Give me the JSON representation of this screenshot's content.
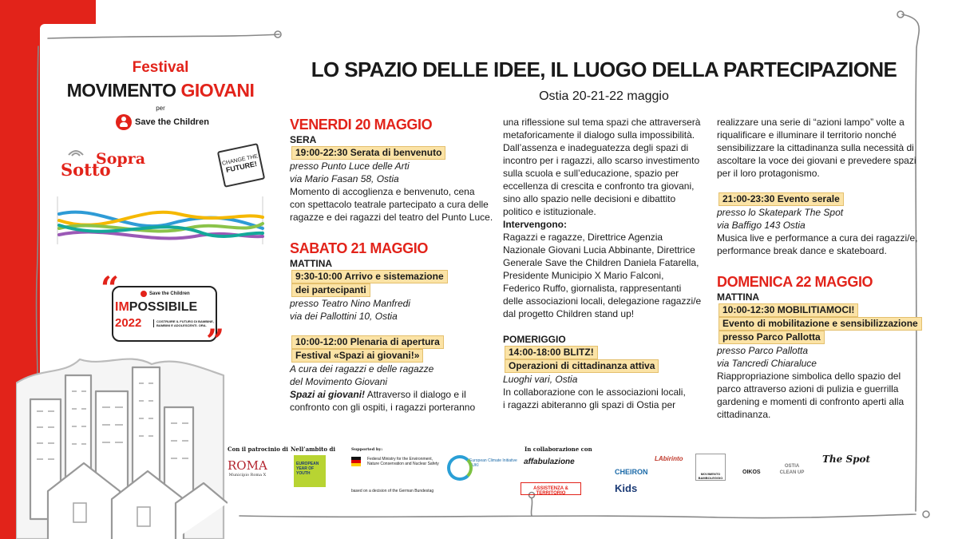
{
  "festival": {
    "label": "Festival",
    "name_part1": "MOVIMENTO ",
    "name_part2": "GIOVANI",
    "per": "per",
    "org": "Save the Children"
  },
  "logos": {
    "sottosopra_1": "Sotto",
    "sottosopra_2": "Sopra",
    "change_line1": "CHANGE THE",
    "change_line2": "FUTURE!",
    "impossibile_org": "Save the Children",
    "impossibile_im": "IM",
    "impossibile_rest": "POSSIBILE",
    "impossibile_year": "2022",
    "impossibile_sub": "COSTRUIRE IL FUTURO DI BAMBINE, BAMBINI E ADOLESCENTI. ORA."
  },
  "header": {
    "title": "LO SPAZIO DELLE IDEE, IL LUOGO DELLA PARTECIPAZIONE",
    "subtitle": "Ostia 20-21-22 maggio"
  },
  "friday": {
    "day": "VENERDI 20 MAGGIO",
    "period": "SERA",
    "event_time": "19:00-22:30 Serata di benvenuto",
    "place": "presso Punto Luce delle Arti",
    "address": "via Mario Fasan 58, Ostia",
    "desc": [
      "Momento di accoglienza e benvenuto, cena",
      "con spettacolo teatrale partecipato a cura delle",
      "ragazze e dei ragazzi del teatro del Punto Luce."
    ]
  },
  "saturday": {
    "day": "SABATO 21 MAGGIO",
    "period": "MATTINA",
    "ev1_l1": "9:30-10:00 Arrivo e sistemazione",
    "ev1_l2": "dei partecipanti",
    "ev1_place": "presso Teatro Nino Manfredi",
    "ev1_address": "via dei Pallottini 10, Ostia",
    "ev2_l1": "10:00-12:00 Plenaria di apertura",
    "ev2_l2": "Festival «Spazi ai giovani!»",
    "ev2_by1": "A cura dei ragazzi e delle ragazze",
    "ev2_by2": "del Movimento Giovani",
    "ev2_bold": "Spazi ai giovani!",
    "ev2_desc1": " Attraverso il dialogo e il",
    "ev2_desc2": "confronto con gli ospiti, i ragazzi porteranno"
  },
  "middle": {
    "lines": [
      "una riflessione sul tema spazi che attraverserà",
      "metaforicamente il dialogo sulla impossibilità.",
      "Dall’assenza e inadeguatezza degli spazi di",
      "incontro per i ragazzi, allo scarso investimento",
      "sulla scuola e sull’educazione, spazio per",
      "eccellenza di crescita e confronto tra giovani,",
      "sino allo spazio nelle decisioni e dibattito",
      "politico e istituzionale."
    ],
    "intervene_label": "Intervengono:",
    "intervene": [
      "Ragazzi e ragazze, Direttrice Agenzia",
      "Nazionale Giovani Lucia Abbinante, Direttrice",
      "Generale Save the Children Daniela Fatarella,",
      "Presidente Municipio X Mario Falconi,",
      "Federico Ruffo, giornalista, rappresentanti",
      "delle associazioni locali, delegazione ragazzi/e",
      "dal progetto Children stand up!"
    ],
    "afternoon": "POMERIGGIO",
    "blitz_l1": "14:00-18:00 BLITZ!",
    "blitz_l2": "Operazioni di cittadinanza attiva",
    "blitz_place": "Luoghi vari, Ostia",
    "blitz_desc": [
      "In collaborazione con le associazioni locali,",
      "i ragazzi abiteranno gli spazi di Ostia per"
    ]
  },
  "right": {
    "cont": [
      "realizzare una serie di “azioni lampo” volte a",
      "riqualificare e illuminare il territorio nonché",
      "sensibilizzare la cittadinanza sulla necessità di",
      "ascoltare la voce dei giovani e prevedere spazi",
      "per il loro protagonismo."
    ],
    "evening_time": "21:00-23:30 Evento serale",
    "evening_place": "presso lo Skatepark The Spot",
    "evening_address": "via Baffigo 143 Ostia",
    "evening_desc": [
      "Musica live e performance a cura dei ragazzi/e,",
      "performance break dance e skateboard."
    ],
    "sunday_day": "DOMENICA 22 MAGGIO",
    "sunday_period": "MATTINA",
    "sun_l1": "10:00-12:30 MOBILITIAMOCI!",
    "sun_l2": "Evento di mobilitazione e sensibilizzazione",
    "sun_l3": "presso Parco Pallotta",
    "sun_place": "presso Parco Pallotta",
    "sun_address": "via Tancredi Chiaraluce",
    "sun_desc": [
      "Riappropriazione simbolica dello spazio del",
      "parco attraverso azioni di pulizia e guerrilla",
      "gardening e momenti di confronto aperti alla",
      "cittadinanza."
    ]
  },
  "footer": {
    "patrocinio": "Con il patrocinio di",
    "ambito": "Nell’ambito di",
    "supported": "Supported by:",
    "collab": "In collaborazione con",
    "roma": "ROMA",
    "roma_sub": "Municipio Roma X",
    "eyy": "EUROPEAN YEAR OF YOUTH",
    "bmu": "Federal Ministry for the Environment, Nature Conservation and Nuclear Safety",
    "bundestag": "based on a decision of the German Bundestag",
    "eci": "European Climate Initiative EUKI",
    "affabulazione": "affabulazione",
    "cheiron": "CHEIRON",
    "assistenza": "ASSISTENZA & TERRITORIO",
    "kids": "Kids",
    "movimento": "MOVIMENTO BAMBOLEGGIO",
    "oikos": "OIKOS",
    "ostia": "OSTIA CLEAN UP",
    "spot": "The Spot",
    "labirinto": "LAbirinto"
  }
}
